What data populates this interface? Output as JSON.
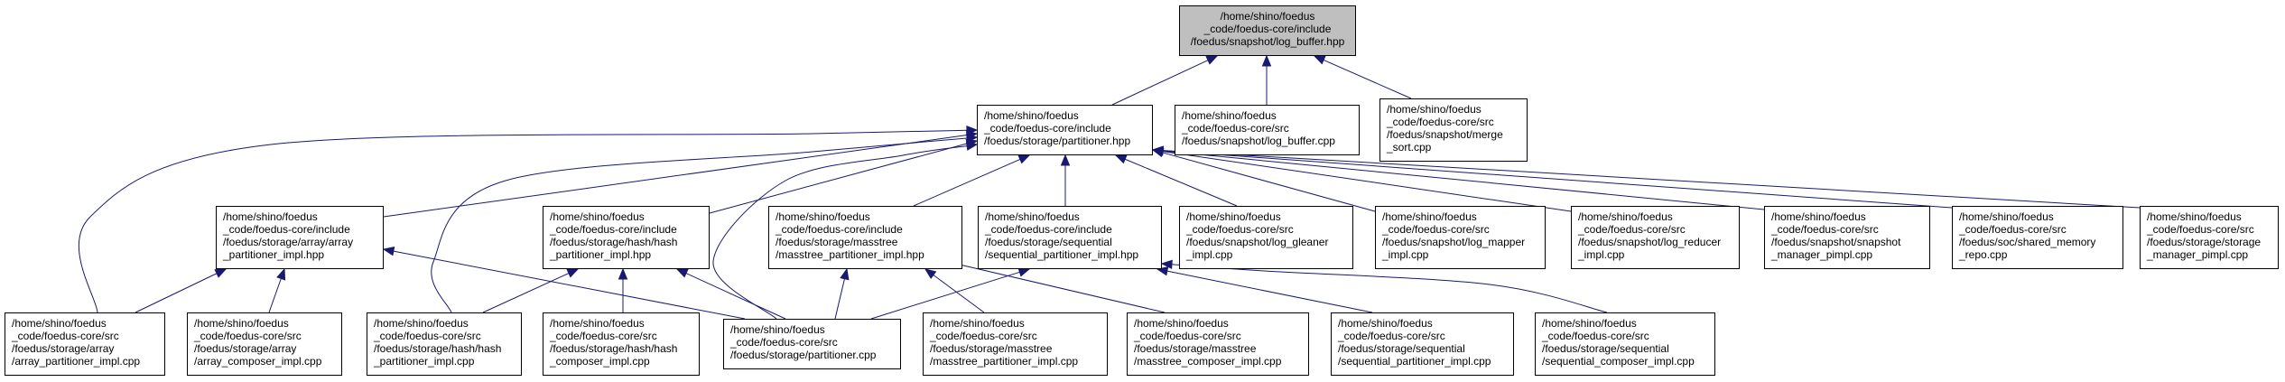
{
  "colors": {
    "edge": "#191970",
    "border": "#000000",
    "root_fill": "#bfbfbf",
    "node_fill": "#ffffff"
  },
  "nodes": [
    {
      "id": "log_buffer_hpp",
      "root": true,
      "lines": [
        "/home/shino/foedus",
        "_code/foedus-core/include",
        "/foedus/snapshot/log_buffer.hpp"
      ]
    },
    {
      "id": "partitioner_hpp",
      "lines": [
        "/home/shino/foedus",
        "_code/foedus-core/include",
        "/foedus/storage/partitioner.hpp"
      ]
    },
    {
      "id": "log_buffer_cpp",
      "lines": [
        "/home/shino/foedus",
        "_code/foedus-core/src",
        "/foedus/snapshot/log_buffer.cpp"
      ]
    },
    {
      "id": "merge_sort_cpp",
      "lines": [
        "/home/shino/foedus",
        "_code/foedus-core/src",
        "/foedus/snapshot/merge",
        "_sort.cpp"
      ]
    },
    {
      "id": "array_partitioner_impl_hpp",
      "lines": [
        "/home/shino/foedus",
        "_code/foedus-core/include",
        "/foedus/storage/array/array",
        "_partitioner_impl.hpp"
      ]
    },
    {
      "id": "hash_partitioner_impl_hpp",
      "lines": [
        "/home/shino/foedus",
        "_code/foedus-core/include",
        "/foedus/storage/hash/hash",
        "_partitioner_impl.hpp"
      ]
    },
    {
      "id": "masstree_partitioner_impl_hpp",
      "lines": [
        "/home/shino/foedus",
        "_code/foedus-core/include",
        "/foedus/storage/masstree",
        "/masstree_partitioner_impl.hpp"
      ]
    },
    {
      "id": "sequential_partitioner_impl_hpp",
      "lines": [
        "/home/shino/foedus",
        "_code/foedus-core/include",
        "/foedus/storage/sequential",
        "/sequential_partitioner_impl.hpp"
      ]
    },
    {
      "id": "log_gleaner_impl_cpp",
      "lines": [
        "/home/shino/foedus",
        "_code/foedus-core/src",
        "/foedus/snapshot/log_gleaner",
        "_impl.cpp"
      ]
    },
    {
      "id": "log_mapper_impl_cpp",
      "lines": [
        "/home/shino/foedus",
        "_code/foedus-core/src",
        "/foedus/snapshot/log_mapper",
        "_impl.cpp"
      ]
    },
    {
      "id": "log_reducer_impl_cpp",
      "lines": [
        "/home/shino/foedus",
        "_code/foedus-core/src",
        "/foedus/snapshot/log_reducer",
        "_impl.cpp"
      ]
    },
    {
      "id": "snapshot_manager_pimpl_cpp",
      "lines": [
        "/home/shino/foedus",
        "_code/foedus-core/src",
        "/foedus/snapshot/snapshot",
        "_manager_pimpl.cpp"
      ]
    },
    {
      "id": "shared_memory_repo_cpp",
      "lines": [
        "/home/shino/foedus",
        "_code/foedus-core/src",
        "/foedus/soc/shared_memory",
        "_repo.cpp"
      ]
    },
    {
      "id": "storage_manager_pimpl_cpp",
      "lines": [
        "/home/shino/foedus",
        "_code/foedus-core/src",
        "/foedus/storage/storage",
        "_manager_pimpl.cpp"
      ]
    },
    {
      "id": "array_partitioner_impl_cpp",
      "lines": [
        "/home/shino/foedus",
        "_code/foedus-core/src",
        "/foedus/storage/array",
        "/array_partitioner_impl.cpp"
      ]
    },
    {
      "id": "array_composer_impl_cpp",
      "lines": [
        "/home/shino/foedus",
        "_code/foedus-core/src",
        "/foedus/storage/array",
        "/array_composer_impl.cpp"
      ]
    },
    {
      "id": "hash_partitioner_impl_cpp",
      "lines": [
        "/home/shino/foedus",
        "_code/foedus-core/src",
        "/foedus/storage/hash/hash",
        "_partitioner_impl.cpp"
      ]
    },
    {
      "id": "hash_composer_impl_cpp",
      "lines": [
        "/home/shino/foedus",
        "_code/foedus-core/src",
        "/foedus/storage/hash/hash",
        "_composer_impl.cpp"
      ]
    },
    {
      "id": "partitioner_cpp",
      "lines": [
        "/home/shino/foedus",
        "_code/foedus-core/src",
        "/foedus/storage/partitioner.cpp"
      ]
    },
    {
      "id": "masstree_partitioner_impl_cpp",
      "lines": [
        "/home/shino/foedus",
        "_code/foedus-core/src",
        "/foedus/storage/masstree",
        "/masstree_partitioner_impl.cpp"
      ]
    },
    {
      "id": "masstree_composer_impl_cpp",
      "lines": [
        "/home/shino/foedus",
        "_code/foedus-core/src",
        "/foedus/storage/masstree",
        "/masstree_composer_impl.cpp"
      ]
    },
    {
      "id": "sequential_partitioner_impl_cpp",
      "lines": [
        "/home/shino/foedus",
        "_code/foedus-core/src",
        "/foedus/storage/sequential",
        "/sequential_partitioner_impl.cpp"
      ]
    },
    {
      "id": "sequential_composer_impl_cpp",
      "lines": [
        "/home/shino/foedus",
        "_code/foedus-core/src",
        "/foedus/storage/sequential",
        "/sequential_composer_impl.cpp"
      ]
    }
  ],
  "edges": [
    {
      "from": "partitioner_hpp",
      "to": "log_buffer_hpp"
    },
    {
      "from": "log_buffer_cpp",
      "to": "log_buffer_hpp"
    },
    {
      "from": "merge_sort_cpp",
      "to": "log_buffer_hpp"
    },
    {
      "from": "array_partitioner_impl_hpp",
      "to": "partitioner_hpp"
    },
    {
      "from": "hash_partitioner_impl_hpp",
      "to": "partitioner_hpp"
    },
    {
      "from": "masstree_partitioner_impl_hpp",
      "to": "partitioner_hpp"
    },
    {
      "from": "sequential_partitioner_impl_hpp",
      "to": "partitioner_hpp"
    },
    {
      "from": "log_gleaner_impl_cpp",
      "to": "partitioner_hpp"
    },
    {
      "from": "log_mapper_impl_cpp",
      "to": "partitioner_hpp"
    },
    {
      "from": "log_reducer_impl_cpp",
      "to": "partitioner_hpp"
    },
    {
      "from": "snapshot_manager_pimpl_cpp",
      "to": "partitioner_hpp"
    },
    {
      "from": "shared_memory_repo_cpp",
      "to": "partitioner_hpp"
    },
    {
      "from": "storage_manager_pimpl_cpp",
      "to": "partitioner_hpp"
    },
    {
      "from": "array_partitioner_impl_cpp",
      "to": "partitioner_hpp"
    },
    {
      "from": "hash_partitioner_impl_cpp",
      "to": "partitioner_hpp"
    },
    {
      "from": "partitioner_cpp",
      "to": "partitioner_hpp"
    },
    {
      "from": "array_partitioner_impl_cpp",
      "to": "array_partitioner_impl_hpp"
    },
    {
      "from": "array_composer_impl_cpp",
      "to": "array_partitioner_impl_hpp"
    },
    {
      "from": "partitioner_cpp",
      "to": "array_partitioner_impl_hpp"
    },
    {
      "from": "hash_partitioner_impl_cpp",
      "to": "hash_partitioner_impl_hpp"
    },
    {
      "from": "hash_composer_impl_cpp",
      "to": "hash_partitioner_impl_hpp"
    },
    {
      "from": "partitioner_cpp",
      "to": "hash_partitioner_impl_hpp"
    },
    {
      "from": "partitioner_cpp",
      "to": "masstree_partitioner_impl_hpp"
    },
    {
      "from": "masstree_partitioner_impl_cpp",
      "to": "masstree_partitioner_impl_hpp"
    },
    {
      "from": "masstree_composer_impl_cpp",
      "to": "masstree_partitioner_impl_hpp"
    },
    {
      "from": "partitioner_cpp",
      "to": "sequential_partitioner_impl_hpp"
    },
    {
      "from": "sequential_partitioner_impl_cpp",
      "to": "sequential_partitioner_impl_hpp"
    },
    {
      "from": "sequential_composer_impl_cpp",
      "to": "sequential_partitioner_impl_hpp"
    }
  ]
}
